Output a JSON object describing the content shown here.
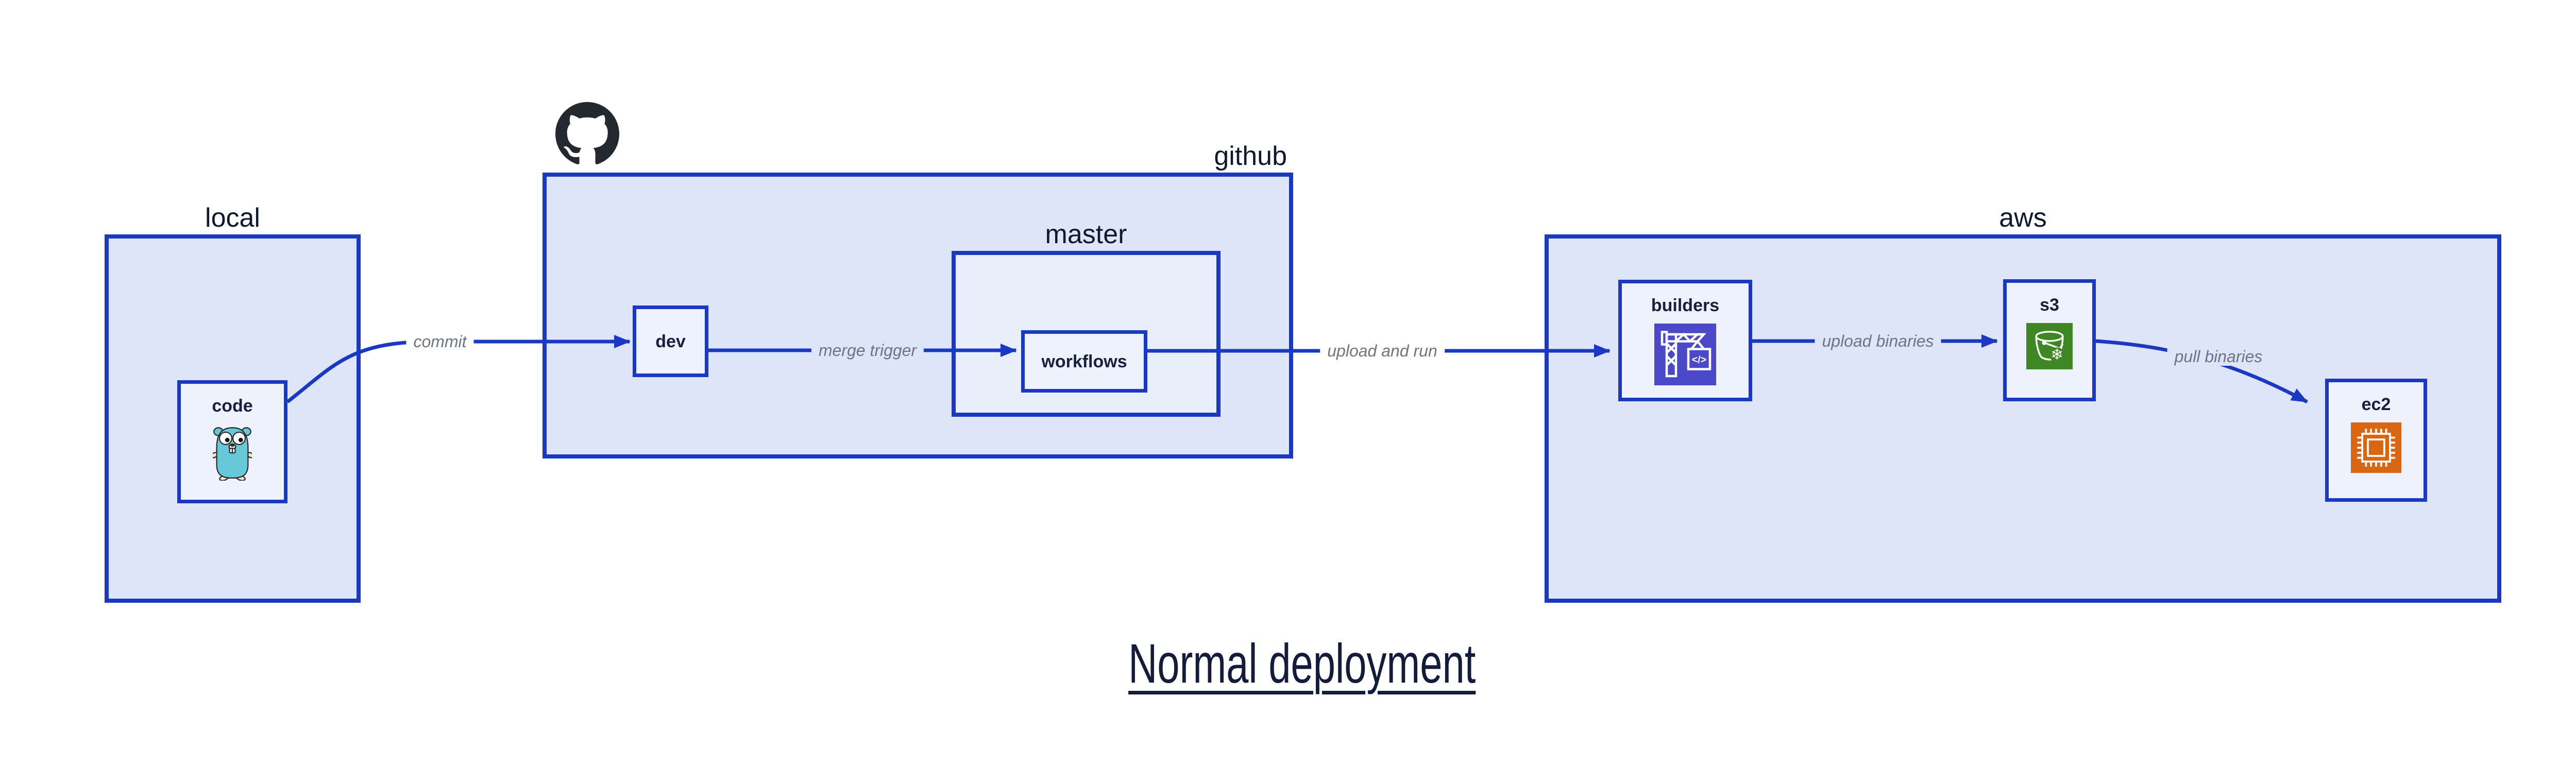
{
  "diagram": {
    "title": "Normal deployment",
    "containers": {
      "local": {
        "label": "local"
      },
      "github": {
        "label": "github"
      },
      "master": {
        "label": "master"
      },
      "aws": {
        "label": "aws"
      }
    },
    "nodes": {
      "code": {
        "label": "code",
        "icon": "go-gopher-icon"
      },
      "dev": {
        "label": "dev"
      },
      "workflows": {
        "label": "workflows"
      },
      "builders": {
        "label": "builders",
        "icon": "codebuild-crane-icon",
        "icon_color": "#4b49c8"
      },
      "s3": {
        "label": "s3",
        "icon": "s3-bucket-snowflake-icon",
        "icon_color": "#3f8624"
      },
      "ec2": {
        "label": "ec2",
        "icon": "cpu-chip-icon",
        "icon_color": "#d86613"
      }
    },
    "edges": [
      {
        "from": "code",
        "to": "dev",
        "label": "commit"
      },
      {
        "from": "dev",
        "to": "workflows",
        "label": "merge trigger"
      },
      {
        "from": "workflows",
        "to": "builders",
        "label": "upload and run"
      },
      {
        "from": "builders",
        "to": "s3",
        "label": "upload binaries"
      },
      {
        "from": "s3",
        "to": "ec2",
        "label": "pull binaries"
      }
    ],
    "colors": {
      "line_blue": "#1a38c2",
      "container_fill": "#dfe5f9",
      "master_fill": "#e9eefb",
      "node_fill": "#eef2fc",
      "label_dark": "#10182f",
      "edge_label_gray": "#6e7482",
      "github_logo": "#24292f",
      "gopher_teal": "#67c8d7"
    }
  }
}
